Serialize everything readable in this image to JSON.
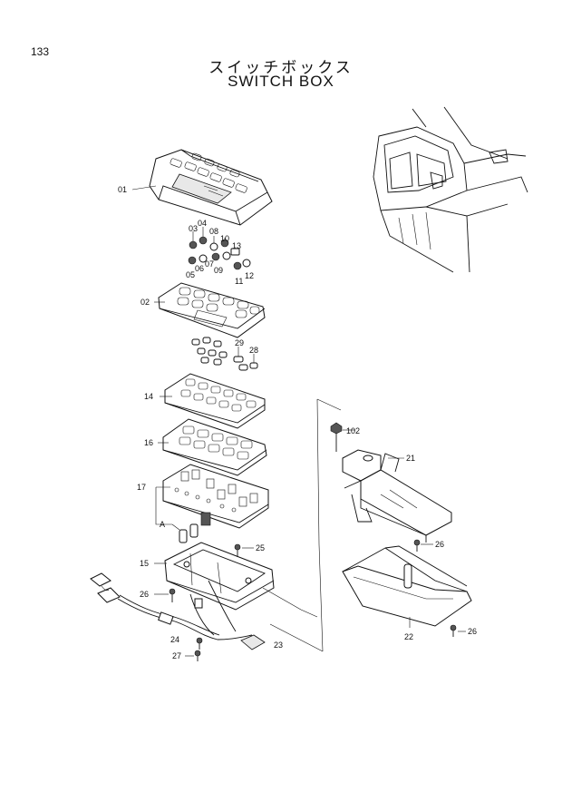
{
  "page_number": "133",
  "title_jp": "スイッチボックス",
  "title_en": "SWITCH  BOX",
  "callouts": {
    "c01": "01",
    "c03": "03",
    "c04": "04",
    "c08": "08",
    "c10": "10",
    "c13": "13",
    "c05": "05",
    "c06": "06",
    "c07": "07",
    "c09": "09",
    "c11": "11",
    "c12": "12",
    "c02": "02",
    "c29": "29",
    "c28": "28",
    "c14": "14",
    "c16": "16",
    "c17": "17",
    "cA": "A",
    "c25": "25",
    "c15": "15",
    "c26a": "26",
    "c24": "24",
    "c23": "23",
    "c27": "27",
    "c102": "102",
    "c21": "21",
    "c26b": "26",
    "c22": "22",
    "c26c": "26"
  }
}
